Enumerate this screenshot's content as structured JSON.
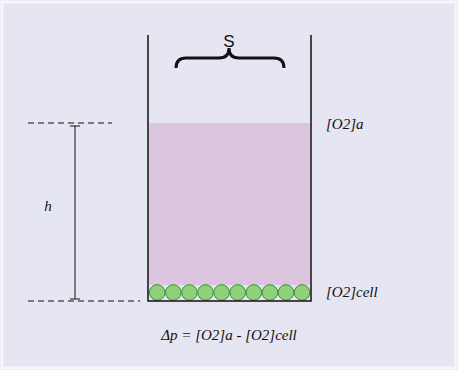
{
  "diagram": {
    "labels": [
      "S",
      "h",
      "[O2]a",
      "[O2]cell",
      "Δp = [O2]a - [O2]cell"
    ]
  }
}
